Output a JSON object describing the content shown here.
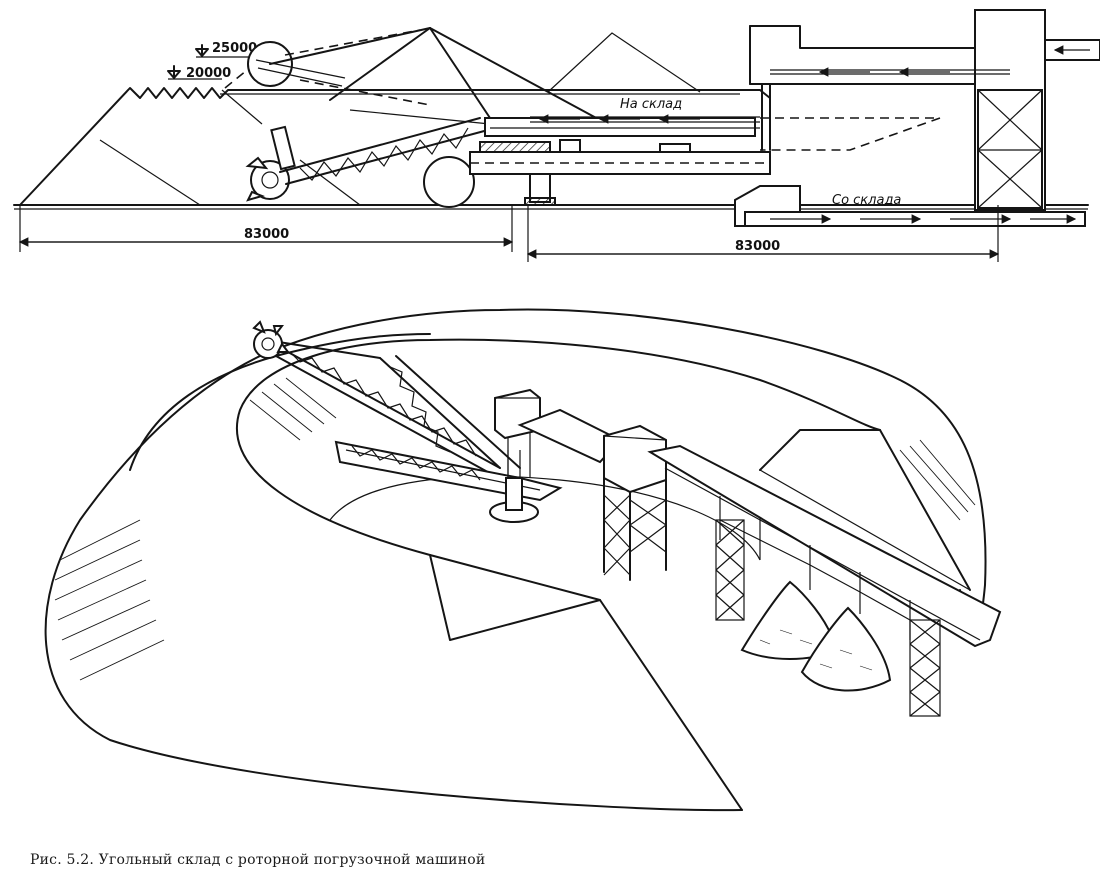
{
  "section": {
    "level_high": "25000",
    "level_low": "20000",
    "to_storage": "На склад",
    "from_storage": "Со склада",
    "span_left": "83000",
    "span_right": "83000"
  },
  "caption": "Рис. 5.2. Угольный склад с роторной погрузочной машиной"
}
